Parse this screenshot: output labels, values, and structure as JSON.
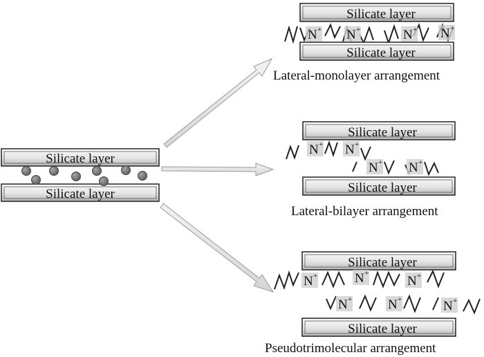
{
  "layer_label": "Silicate layer",
  "left_panel": {
    "top_label": "Silicate layer",
    "bottom_label": "Silicate layer"
  },
  "panels": [
    {
      "top_label": "Silicate layer",
      "bottom_label": "Silicate layer",
      "caption": "Lateral-monolayer arrangement",
      "cation": "N",
      "charge": "+"
    },
    {
      "top_label": "Silicate layer",
      "bottom_label": "Silicate layer",
      "caption": "Lateral-bilayer arrangement",
      "cation": "N",
      "charge": "+"
    },
    {
      "top_label": "Silicate layer",
      "bottom_label": "Silicate layer",
      "caption": "Pseudotrimolecular arrangement",
      "cation": "N",
      "charge": "+"
    }
  ],
  "colors": {
    "layer_fill_light": "#f4f4f4",
    "layer_fill_dark": "#b9b9b9",
    "ion_fill": "#808080",
    "arrow_fill": "#e6e6e6",
    "ion_highlight": "#c8c8c8"
  }
}
